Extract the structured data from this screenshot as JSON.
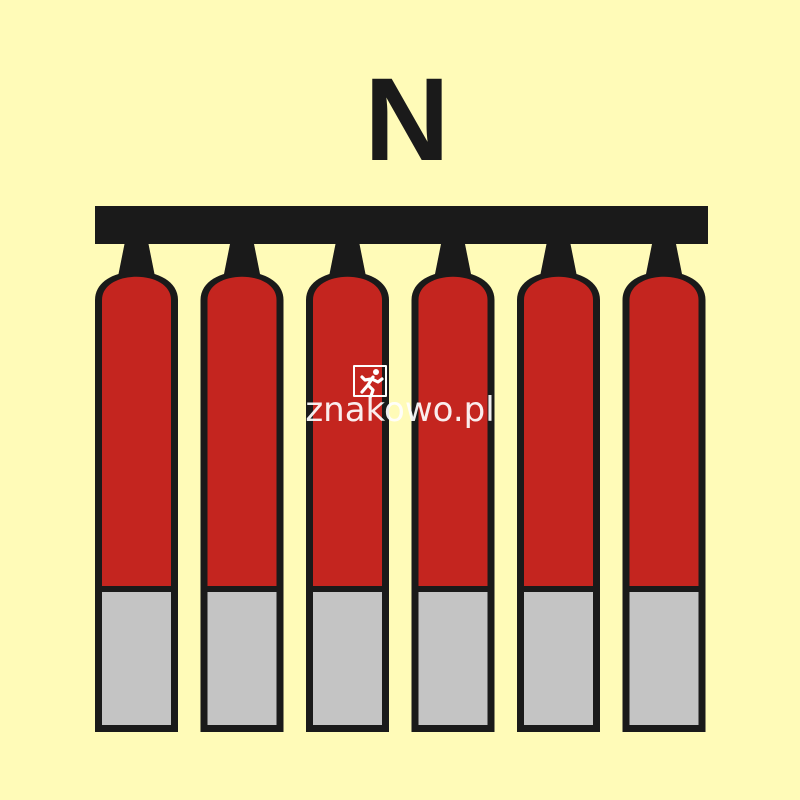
{
  "sign": {
    "letter": "N",
    "cylinder_count": 6,
    "colors": {
      "background": "#fffbb8",
      "outline": "#1a1a1a",
      "cylinder_red": "#c4251f",
      "cylinder_grey": "#c4c4c4"
    }
  },
  "watermark": {
    "text": "znakowo.pl",
    "icon": "running-man-icon",
    "color": "#ffffff"
  }
}
